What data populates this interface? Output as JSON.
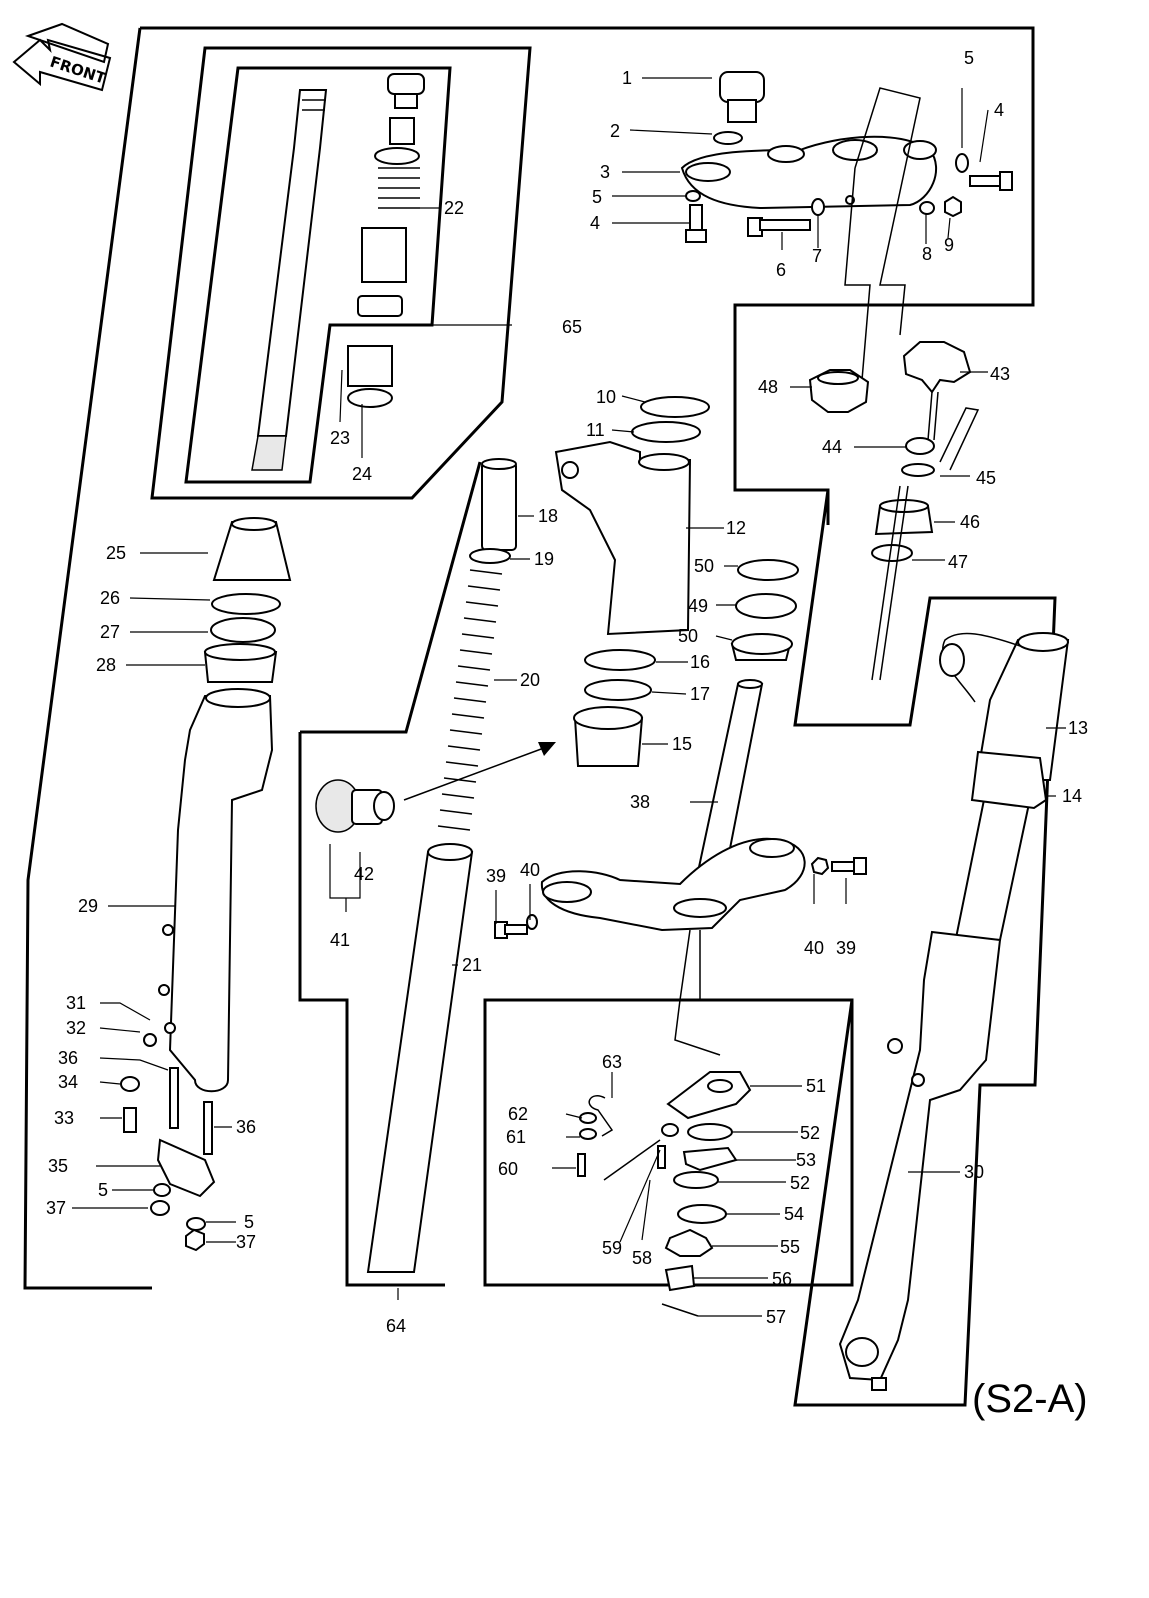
{
  "diagram": {
    "direction_label": "FRONT",
    "code": "(S2-A)",
    "callouts": [
      "1",
      "2",
      "3",
      "4",
      "5",
      "6",
      "7",
      "8",
      "9",
      "10",
      "11",
      "12",
      "13",
      "14",
      "15",
      "16",
      "17",
      "18",
      "19",
      "20",
      "21",
      "22",
      "23",
      "24",
      "25",
      "26",
      "27",
      "28",
      "29",
      "30",
      "31",
      "32",
      "33",
      "34",
      "35",
      "36",
      "37",
      "38",
      "39",
      "40",
      "41",
      "42",
      "43",
      "44",
      "45",
      "46",
      "47",
      "48",
      "49",
      "50",
      "51",
      "52",
      "53",
      "54",
      "55",
      "56",
      "57",
      "58",
      "59",
      "60",
      "61",
      "62",
      "63",
      "64",
      "65"
    ]
  },
  "colors": {
    "ink": "#000000",
    "paper": "#ffffff"
  }
}
